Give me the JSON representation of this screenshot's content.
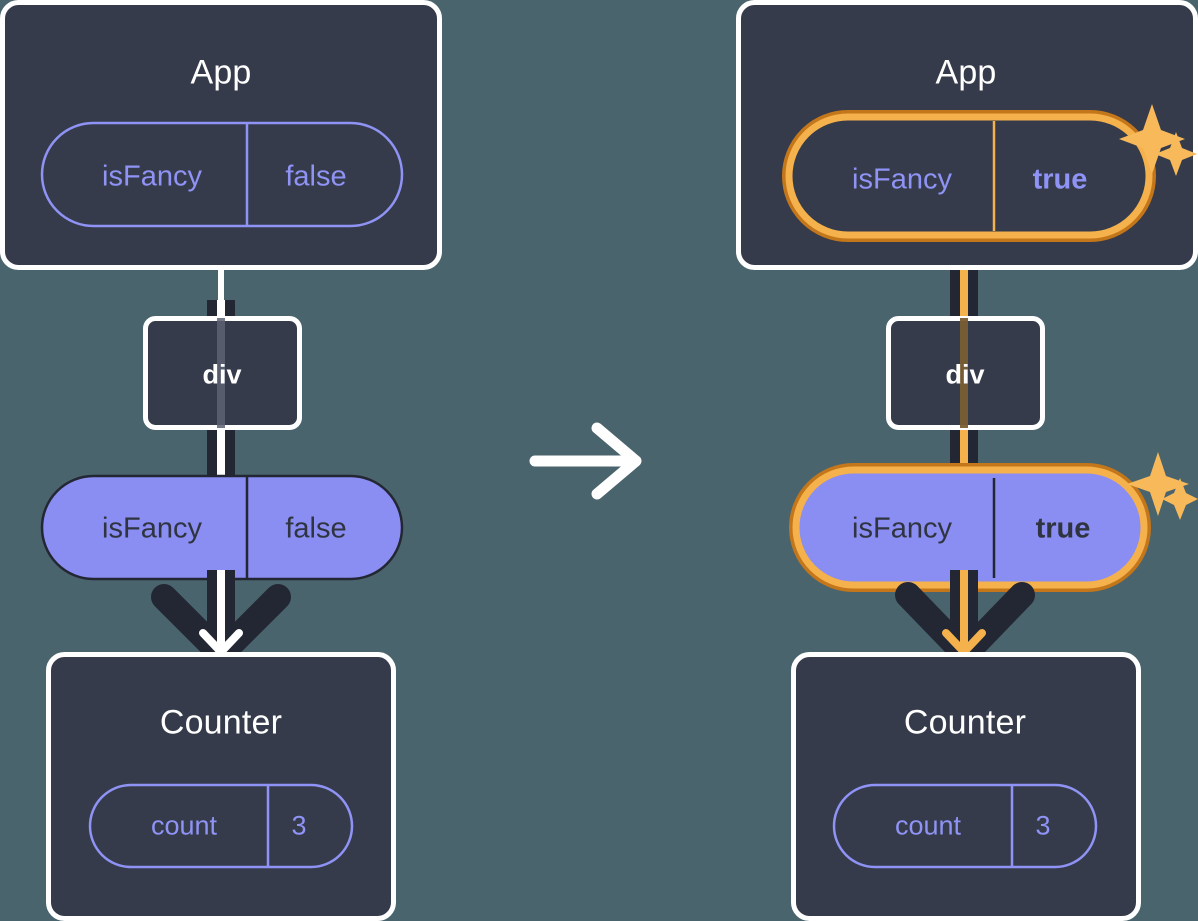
{
  "diagram": {
    "title_implicit": "React state update re-render diagram",
    "background_color": "#4a646d",
    "panel_color": "#353b4a",
    "panel_border_color": "#ffffff",
    "pill_purple": "#8a8df2",
    "pill_outline_color": "#8f93f5",
    "highlight_outer": "#c4761a",
    "highlight_inner": "#f5b14c",
    "dark_line": "#232733",
    "white_line": "#ffffff",
    "sparkle_color": "#f8b95a"
  },
  "transition_arrow": {
    "icon": "arrow-right-icon",
    "color": "#ffffff"
  },
  "before": {
    "app": {
      "title": "App",
      "prop": {
        "key": "isFancy",
        "value": "false",
        "style": "outline",
        "highlighted": false
      }
    },
    "div": {
      "title": "div"
    },
    "passed_prop": {
      "key": "isFancy",
      "value": "false",
      "style": "filled",
      "highlighted": false
    },
    "counter": {
      "title": "Counter",
      "state": {
        "key": "count",
        "value": "3",
        "style": "outline",
        "highlighted": false
      }
    },
    "arrow_color": "#ffffff"
  },
  "after": {
    "app": {
      "title": "App",
      "prop": {
        "key": "isFancy",
        "value": "true",
        "style": "outline",
        "highlighted": true
      }
    },
    "div": {
      "title": "div"
    },
    "passed_prop": {
      "key": "isFancy",
      "value": "true",
      "style": "filled",
      "highlighted": true
    },
    "counter": {
      "title": "Counter",
      "state": {
        "key": "count",
        "value": "3",
        "style": "outline",
        "highlighted": false
      }
    },
    "arrow_color": "#f5b14c",
    "sparkles": [
      {
        "name": "sparkle-large-app"
      },
      {
        "name": "sparkle-small-app"
      },
      {
        "name": "sparkle-large-prop"
      },
      {
        "name": "sparkle-small-prop"
      }
    ]
  }
}
